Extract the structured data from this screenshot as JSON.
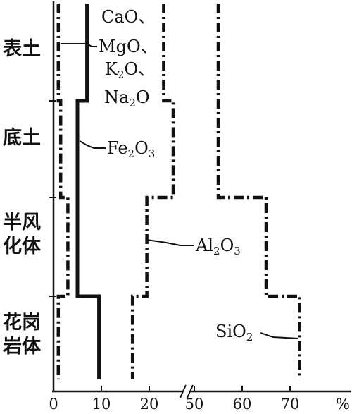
{
  "chart_data": {
    "type": "line",
    "title": "",
    "xlabel": "",
    "ylabel": "",
    "x_unit": "%",
    "x_ticks_left": [
      "0",
      "10",
      "20"
    ],
    "x_ticks_right": [
      "50",
      "60",
      "70"
    ],
    "axis_break": "between 20 and 50",
    "zones": [
      "表土",
      "底土",
      "半风化体",
      "花岗岩体"
    ],
    "series": [
      {
        "name": "CaO、MgO、K2O、Na2O",
        "values": [
          1.0,
          1.5,
          3.0,
          1.0
        ],
        "style": "dash-dot"
      },
      {
        "name": "Fe2O3",
        "values": [
          7.0,
          5.0,
          5.0,
          9.5
        ],
        "style": "solid"
      },
      {
        "name": "Al2O3",
        "values": [
          23.0,
          25.0,
          19.5,
          16.5
        ],
        "style": "dash-dot"
      },
      {
        "name": "SiO2",
        "values": [
          55.0,
          55.0,
          65.0,
          72.0
        ],
        "style": "dash-dot"
      }
    ],
    "labels": {
      "alkali": [
        "CaO、",
        "MgO、",
        "K",
        "2",
        "O、",
        "Na",
        "2",
        "O"
      ],
      "fe": [
        "Fe",
        "2",
        "O",
        "3"
      ],
      "al": [
        "Al",
        "2",
        "O",
        "3"
      ],
      "si": [
        "SiO",
        "2"
      ]
    }
  }
}
